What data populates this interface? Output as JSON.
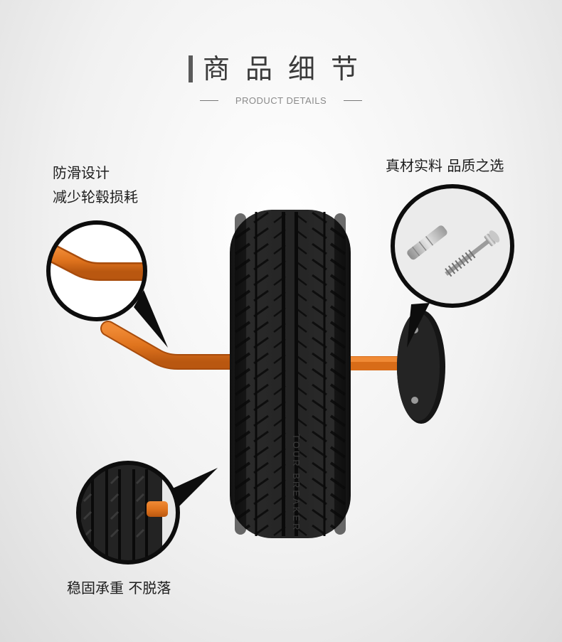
{
  "header": {
    "title": "商品细节",
    "subtitle": "PRODUCT DETAILS"
  },
  "callouts": {
    "anti_slip_line1": "防滑设计",
    "anti_slip_line2": "减少轮毂损耗",
    "material": "真材实料 品质之选",
    "stable": "稳固承重 不脱落"
  },
  "tire_sidewall_text": "TOUR BREAKER",
  "colors": {
    "hook_orange": "#e0741e",
    "tire_black": "#1c1c1c",
    "plate_black": "#151515",
    "text_dark": "#1e1e1e"
  }
}
